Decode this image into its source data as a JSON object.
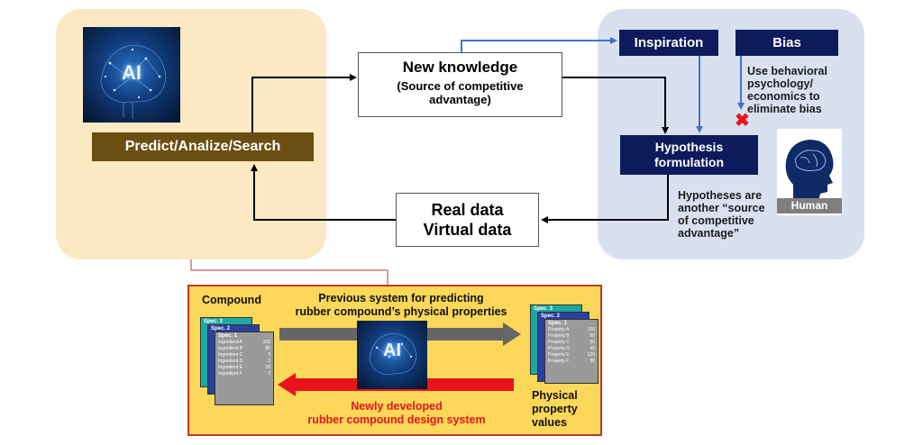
{
  "ai_panel": {
    "icon_label": "AI",
    "action_label": "Predict/Analize/Search"
  },
  "new_knowledge": {
    "title": "New knowledge",
    "line2": "(Source of competitive",
    "line3": "advantage)"
  },
  "data_box": {
    "line1": "Real data",
    "line2": "Virtual data"
  },
  "human_panel": {
    "inspiration": "Inspiration",
    "bias": "Bias",
    "bias_note": [
      "Use behavioral",
      "psychology/",
      "economics to",
      "eliminate bias"
    ],
    "hypothesis": [
      "Hypothesis",
      "formulation"
    ],
    "hypothesis_note": [
      "Hypotheses are",
      "another “source",
      "of competitive",
      "advantage”"
    ],
    "human_label": "Human",
    "blocked_mark": "✖"
  },
  "bottom": {
    "compound_label": "Compound",
    "previous_system": [
      "Previous system for predicting",
      "rubber compound’s physical properties"
    ],
    "new_system": [
      "Newly developed",
      "rubber compound design system"
    ],
    "physical_label": [
      "Physical",
      "property",
      "values"
    ],
    "ai_label": "AI",
    "compound_cards": [
      {
        "title": "Spec. 3"
      },
      {
        "title": "Spec. 2"
      },
      {
        "title": "Spec. 1",
        "rows": [
          {
            "name": "Ingredient A",
            "value": "100"
          },
          {
            "name": "Ingredient B",
            "value": "80"
          },
          {
            "name": "Ingredient C",
            "value": "3"
          },
          {
            "name": "Ingredient D",
            "value": "3"
          },
          {
            "name": "Ingredient E",
            "value": "20"
          },
          {
            "name": "Ingredient F",
            "value": "2"
          }
        ]
      }
    ],
    "property_cards": [
      {
        "title": "Spec. 3"
      },
      {
        "title": "Spec. 2"
      },
      {
        "title": "Spec. 1",
        "rows": [
          {
            "name": "Property A",
            "value": "100"
          },
          {
            "name": "Property B",
            "value": "60"
          },
          {
            "name": "Property C",
            "value": "50"
          },
          {
            "name": "Property D",
            "value": "45"
          },
          {
            "name": "Property E",
            "value": "120"
          },
          {
            "name": "Property F",
            "value": "90"
          }
        ]
      }
    ]
  },
  "colors": {
    "ai_panel": "#fbe9c4",
    "human_panel": "#d9e1f1",
    "navy": "#0d1b5c",
    "bronze": "#6b4e12",
    "blue_arrow": "#4472c4",
    "red_arrow": "#e8141b",
    "gray_arrow": "#666666",
    "bottom_panel": "#fbd75a"
  }
}
